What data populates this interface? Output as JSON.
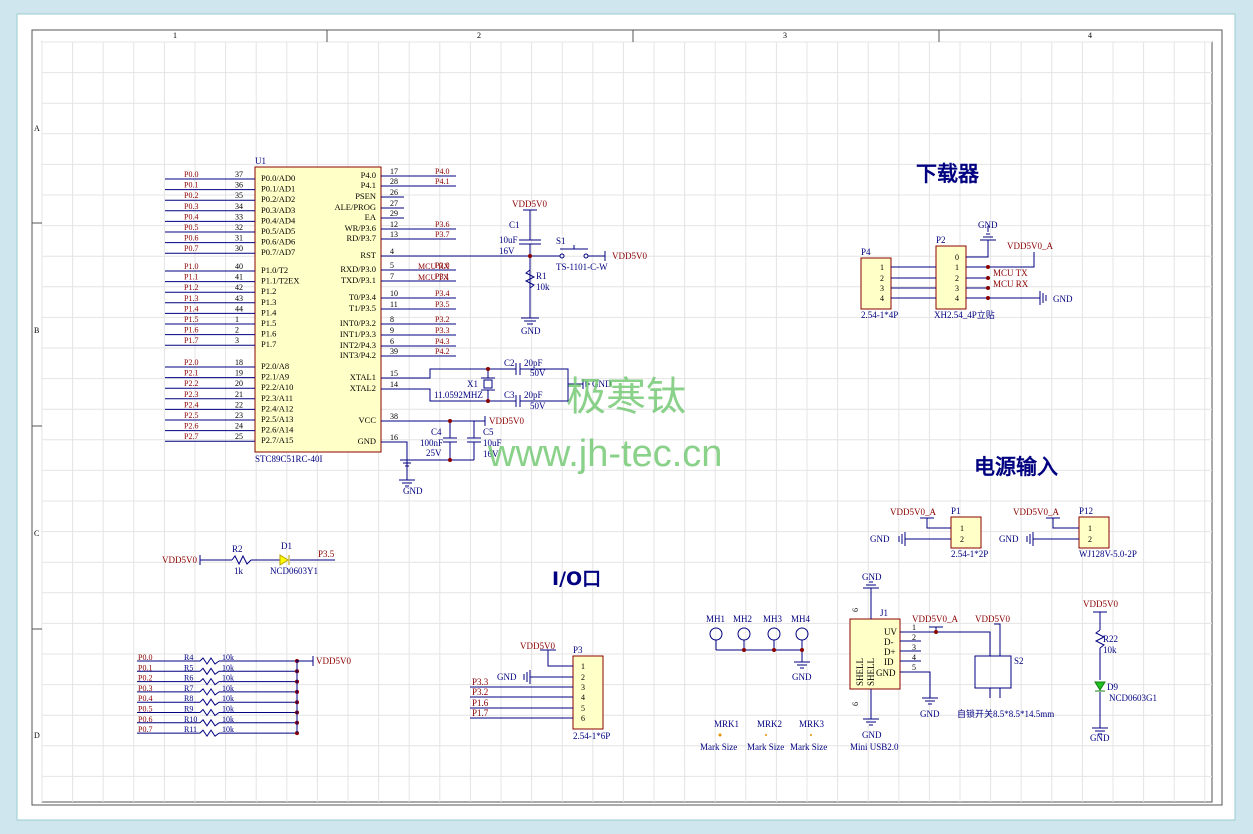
{
  "sheet": {
    "zone_cols": [
      "1",
      "2",
      "3",
      "4"
    ],
    "zone_rows": [
      "A",
      "B",
      "C",
      "D"
    ]
  },
  "sections": {
    "downloader": "下载器",
    "power_input": "电源输入",
    "io_port": "I/O口"
  },
  "watermark": {
    "line1": "极寒钛",
    "line2": "www.jh-tec.cn"
  },
  "mcu": {
    "designator": "U1",
    "part": "STC89C51RC-40I",
    "left_pins": [
      {
        "net": "P0.0",
        "num": "37",
        "name": "P0.0/AD0"
      },
      {
        "net": "P0.1",
        "num": "36",
        "name": "P0.1/AD1"
      },
      {
        "net": "P0.2",
        "num": "35",
        "name": "P0.2/AD2"
      },
      {
        "net": "P0.3",
        "num": "34",
        "name": "P0.3/AD3"
      },
      {
        "net": "P0.4",
        "num": "33",
        "name": "P0.4/AD4"
      },
      {
        "net": "P0.5",
        "num": "32",
        "name": "P0.5/AD5"
      },
      {
        "net": "P0.6",
        "num": "31",
        "name": "P0.6/AD6"
      },
      {
        "net": "P0.7",
        "num": "30",
        "name": "P0.7/AD7"
      },
      {
        "net": "P1.0",
        "num": "40",
        "name": "P1.0/T2"
      },
      {
        "net": "P1.1",
        "num": "41",
        "name": "P1.1/T2EX"
      },
      {
        "net": "P1.2",
        "num": "42",
        "name": "P1.2"
      },
      {
        "net": "P1.3",
        "num": "43",
        "name": "P1.3"
      },
      {
        "net": "P1.4",
        "num": "44",
        "name": "P1.4"
      },
      {
        "net": "P1.5",
        "num": "1",
        "name": "P1.5"
      },
      {
        "net": "P1.6",
        "num": "2",
        "name": "P1.6"
      },
      {
        "net": "P1.7",
        "num": "3",
        "name": "P1.7"
      },
      {
        "net": "P2.0",
        "num": "18",
        "name": "P2.0/A8"
      },
      {
        "net": "P2.1",
        "num": "19",
        "name": "P2.1/A9"
      },
      {
        "net": "P2.2",
        "num": "20",
        "name": "P2.2/A10"
      },
      {
        "net": "P2.3",
        "num": "21",
        "name": "P2.3/A11"
      },
      {
        "net": "P2.4",
        "num": "22",
        "name": "P2.4/A12"
      },
      {
        "net": "P2.5",
        "num": "23",
        "name": "P2.5/A13"
      },
      {
        "net": "P2.6",
        "num": "24",
        "name": "P2.6/A14"
      },
      {
        "net": "P2.7",
        "num": "25",
        "name": "P2.7/A15"
      }
    ],
    "right_pins": [
      {
        "num": "17",
        "name": "P4.0",
        "net": "P4.0"
      },
      {
        "num": "28",
        "name": "P4.1",
        "net": "P4.1"
      },
      {
        "num": "26",
        "name": "PSEN",
        "net": ""
      },
      {
        "num": "27",
        "name": "ALE/PROG",
        "net": ""
      },
      {
        "num": "29",
        "name": "EA",
        "net": ""
      },
      {
        "num": "12",
        "name": "WR/P3.6",
        "net": "P3.6"
      },
      {
        "num": "13",
        "name": "RD/P3.7",
        "net": "P3.7"
      },
      {
        "num": "4",
        "name": "RST",
        "net": ""
      },
      {
        "num": "5",
        "name": "RXD/P3.0",
        "net": "P3.0",
        "label": "MCU RX"
      },
      {
        "num": "7",
        "name": "TXD/P3.1",
        "net": "P3.1",
        "label": "MCU TX"
      },
      {
        "num": "10",
        "name": "T0/P3.4",
        "net": "P3.4"
      },
      {
        "num": "11",
        "name": "T1/P3.5",
        "net": "P3.5"
      },
      {
        "num": "8",
        "name": "INT0/P3.2",
        "net": "P3.2"
      },
      {
        "num": "9",
        "name": "INT1/P3.3",
        "net": "P3.3"
      },
      {
        "num": "6",
        "name": "INT2/P4.3",
        "net": "P4.3"
      },
      {
        "num": "39",
        "name": "INT3/P4.2",
        "net": "P4.2"
      },
      {
        "num": "15",
        "name": "XTAL1",
        "net": ""
      },
      {
        "num": "14",
        "name": "XTAL2",
        "net": ""
      },
      {
        "num": "38",
        "name": "VCC",
        "net": ""
      },
      {
        "num": "16",
        "name": "GND",
        "net": ""
      }
    ]
  },
  "reset": {
    "vdd": "VDD5V0",
    "c1": "C1",
    "c1_val": "10uF",
    "c1_v": "16V",
    "s1": "S1",
    "s1_part": "TS-1101-C-W",
    "s1_vdd": "VDD5V0",
    "r1": "R1",
    "r1_val": "10k",
    "gnd": "GND"
  },
  "crystal": {
    "c2": "C2",
    "c2_val": "20pF",
    "c2_v": "50V",
    "c3": "C3",
    "c3_val": "20pF",
    "c3_v": "50V",
    "x1": "X1",
    "x1_val": "11.0592MHZ",
    "gnd": "GND"
  },
  "decoupling": {
    "vdd": "VDD5V0",
    "c4": "C4",
    "c4_val": "100nF",
    "c4_v": "25V",
    "c5": "C5",
    "c5_val": "10uF",
    "c5_v": "16V",
    "gnd": "GND"
  },
  "downloader": {
    "p4": "P4",
    "p4_part": "2.54-1*4P",
    "p4_pins": [
      "1",
      "2",
      "3",
      "4"
    ],
    "p2": "P2",
    "p2_part": "XH2.54_4P立贴",
    "p2_pins": [
      "0",
      "1",
      "2",
      "3",
      "4"
    ],
    "gnd_top": "GND",
    "vdd": "VDD5V0_A",
    "tx": "MCU TX",
    "rx": "MCU RX",
    "gnd_right": "GND"
  },
  "led": {
    "vdd": "VDD5V0",
    "r2": "R2",
    "r2_val": "1k",
    "d1": "D1",
    "d1_part": "NCD0603Y1",
    "net": "P3.5"
  },
  "pullups": {
    "vdd": "VDD5V0",
    "rows": [
      {
        "net": "P0.0",
        "ref": "R4",
        "val": "10k"
      },
      {
        "net": "P0.1",
        "ref": "R5",
        "val": "10k"
      },
      {
        "net": "P0.2",
        "ref": "R6",
        "val": "10k"
      },
      {
        "net": "P0.3",
        "ref": "R7",
        "val": "10k"
      },
      {
        "net": "P0.4",
        "ref": "R8",
        "val": "10k"
      },
      {
        "net": "P0.5",
        "ref": "R9",
        "val": "10k"
      },
      {
        "net": "P0.6",
        "ref": "R10",
        "val": "10k"
      },
      {
        "net": "P0.7",
        "ref": "R11",
        "val": "10k"
      }
    ]
  },
  "io": {
    "vdd": "VDD5V0",
    "gnd": "GND",
    "p3": "P3",
    "p3_part": "2.54-1*6P",
    "pins": [
      "1",
      "2",
      "3",
      "4",
      "5",
      "6"
    ],
    "nets": [
      "P3.3",
      "P3.2",
      "P1.6",
      "P1.7"
    ]
  },
  "power": {
    "p1": "P1",
    "p1_vdd": "VDD5V0_A",
    "p1_gnd": "GND",
    "p1_part": "2.54-1*2P",
    "p1_pins": [
      "1",
      "2"
    ],
    "p12": "P12",
    "p12_vdd": "VDD5V0_A",
    "p12_gnd": "GND",
    "p12_part": "WJ128V-5.0-2P",
    "p12_pins": [
      "1",
      "2"
    ]
  },
  "mounting": {
    "holes": [
      "MH1",
      "MH2",
      "MH3",
      "MH4"
    ],
    "gnd": "GND",
    "marks": [
      "MRK1",
      "MRK2",
      "MRK3"
    ],
    "mark_label": "Mark Size"
  },
  "usb": {
    "j1": "J1",
    "part": "Mini USB2.0",
    "gnd_top": "GND",
    "gnd_bottom": "GND",
    "gnd_side": "GND",
    "shell": "SHELL",
    "pins": [
      "UV",
      "D-",
      "D+",
      "ID",
      "GND"
    ],
    "nums": [
      "1",
      "2",
      "3",
      "4",
      "5"
    ],
    "shell_nums": [
      "6",
      "6"
    ],
    "vdd_a": "VDD5V0_A",
    "vdd": "VDD5V0",
    "s2": "S2",
    "s2_part": "自锁开关8.5*8.5*14.5mm"
  },
  "power_led": {
    "vdd": "VDD5V0",
    "r22": "R22",
    "r22_val": "10k",
    "d9": "D9",
    "d9_part": "NCD0603G1",
    "gnd": "GND"
  }
}
